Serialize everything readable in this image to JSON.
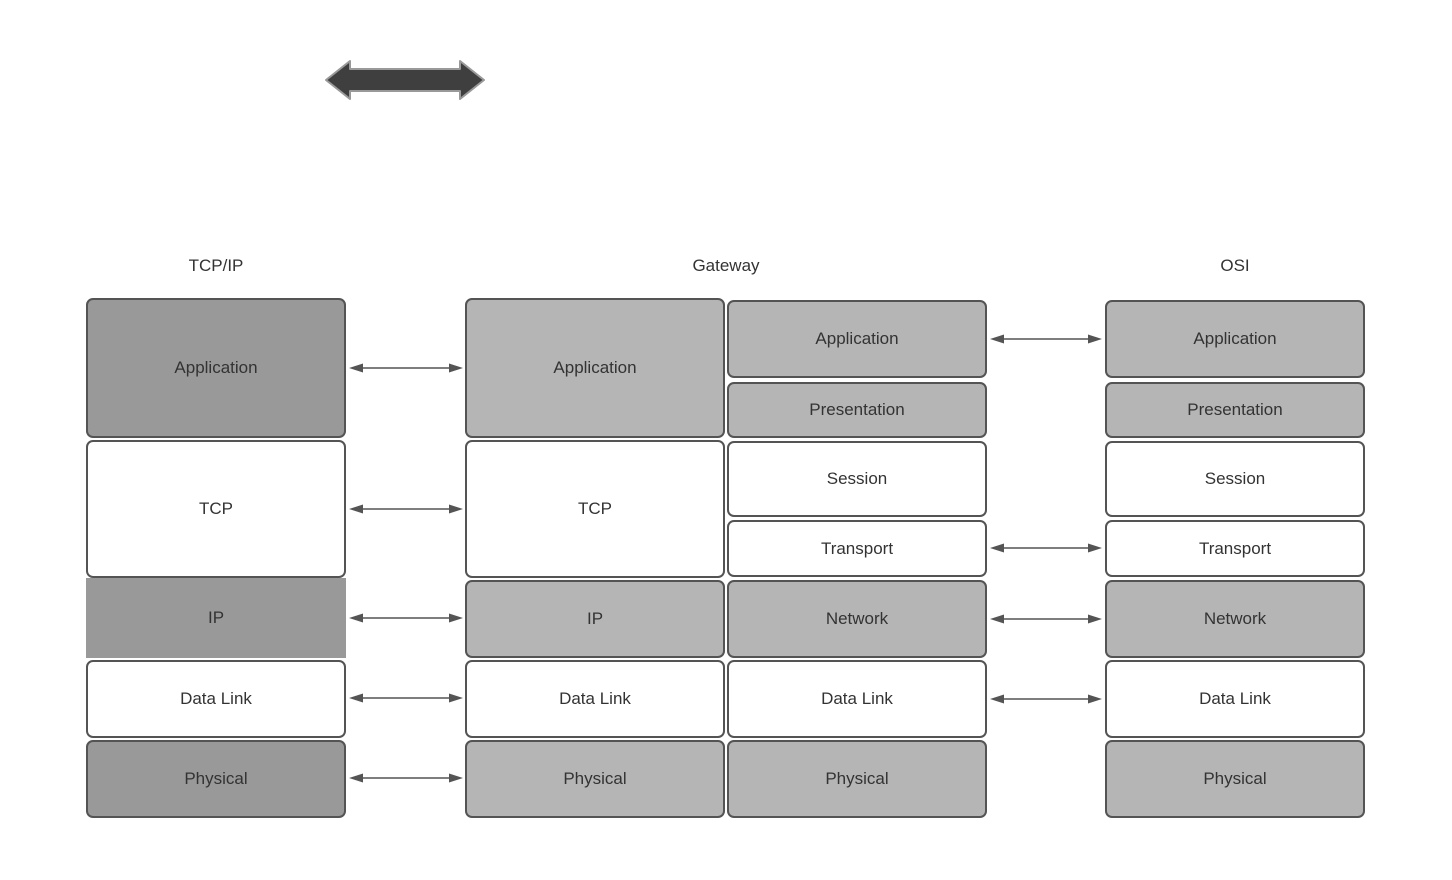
{
  "colors": {
    "box_dark_gray": "#999999",
    "box_light_gray": "#b5b5b5",
    "box_white": "#ffffff",
    "box_border": "#545454",
    "connector_arrow": "#545454",
    "thick_arrow_fill": "#3f3f3f",
    "thick_arrow_outline": "#999999",
    "text": "#333333",
    "background": "#ffffff"
  },
  "columns": {
    "tcpip": {
      "header": "TCP/IP",
      "layers": [
        {
          "label": "Application"
        },
        {
          "label": "TCP"
        },
        {
          "label": "IP"
        },
        {
          "label": "Data Link"
        },
        {
          "label": "Physical"
        }
      ]
    },
    "gateway": {
      "header": "Gateway",
      "left_layers": [
        {
          "label": "Application"
        },
        {
          "label": "TCP"
        },
        {
          "label": "IP"
        },
        {
          "label": "Data Link"
        },
        {
          "label": "Physical"
        }
      ],
      "right_layers": [
        {
          "label": "Application"
        },
        {
          "label": "Presentation"
        },
        {
          "label": "Session"
        },
        {
          "label": "Transport"
        },
        {
          "label": "Network"
        },
        {
          "label": "Data Link"
        },
        {
          "label": "Physical"
        }
      ]
    },
    "osi": {
      "header": "OSI",
      "layers": [
        {
          "label": "Application"
        },
        {
          "label": "Presentation"
        },
        {
          "label": "Session"
        },
        {
          "label": "Transport"
        },
        {
          "label": "Network"
        },
        {
          "label": "Data Link"
        },
        {
          "label": "Physical"
        }
      ]
    }
  },
  "connectors": {
    "style": "double-headed",
    "left_gap_count": 5,
    "right_gap_count": 4
  }
}
